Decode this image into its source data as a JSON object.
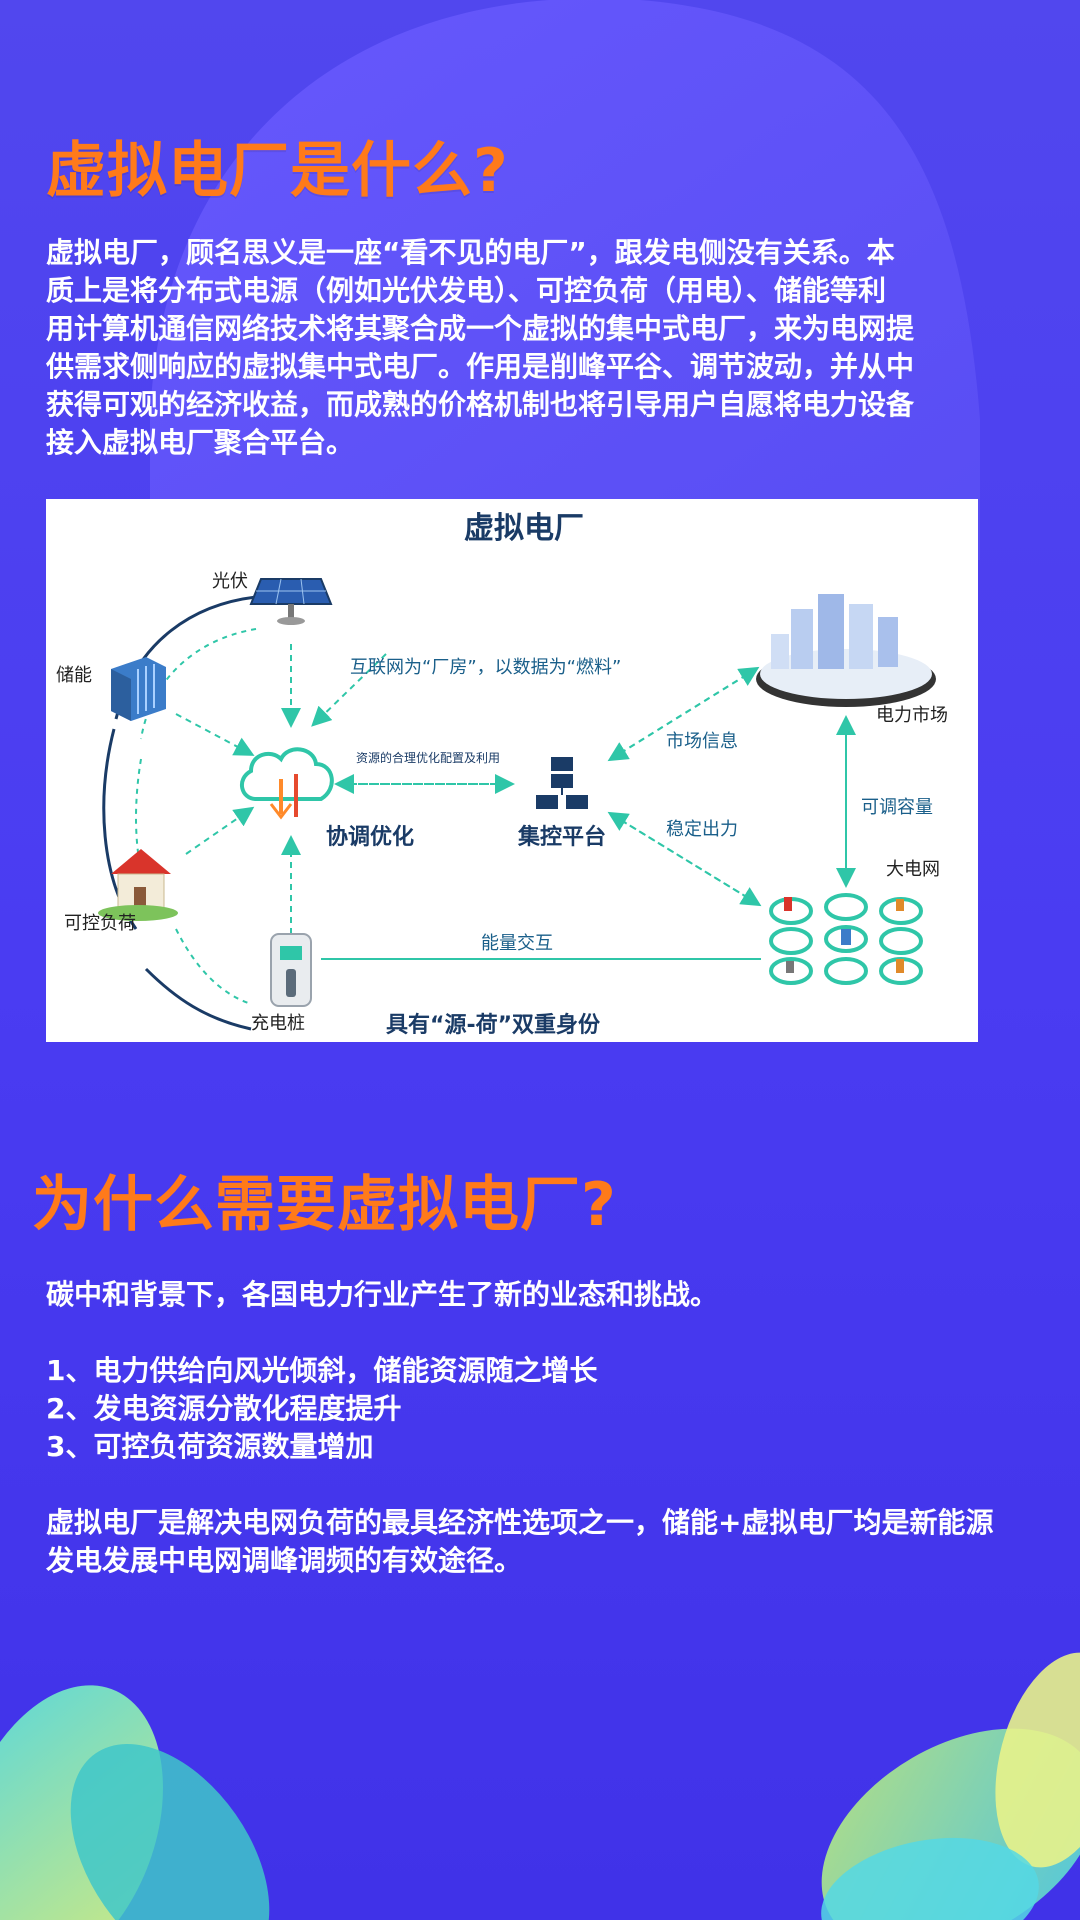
{
  "colors": {
    "background": "#4a3cf0",
    "heading": "#ff7a1a",
    "text": "#ffffff",
    "diagram_teal": "#21b3a1",
    "diagram_navy": "#1a3b66"
  },
  "section1": {
    "title": "虚拟电厂是什么?",
    "paragraph_lines": [
      "虚拟电厂，顾名思义是一座“看不见的电厂”，跟发电侧没有关系。本",
      "质上是将分布式电源（例如光伏发电）、可控负荷（用电）、储能等利",
      "用计算机通信网络技术将其聚合成一个虚拟的集中式电厂，来为电网提",
      "供需求侧响应的虚拟集中式电厂。作用是削峰平谷、调节波动，并从中",
      "获得可观的经济收益，而成熟的价格机制也将引导用户自愿将电力设备",
      "接入虚拟电厂聚合平台。"
    ]
  },
  "diagram": {
    "title": "虚拟电厂",
    "pv": "光伏",
    "storage": "储能",
    "load": "可控负荷",
    "charger": "充电桩",
    "internet": "互联网为“厂房”，以数据为“燃料”",
    "optimize_note": "资源的合理优化配置及利用",
    "coordinate": "协调优化",
    "platform": "集控平台",
    "market_info": "市场信息",
    "stable_output": "稳定出力",
    "market": "电力市场",
    "adjustable": "可调容量",
    "grid": "大电网",
    "energy": "能量交互",
    "bottom": "具有“源-荷”双重身份",
    "icons": [
      "solar-panel-icon",
      "storage-building-icon",
      "house-icon",
      "charger-icon",
      "cloud-icon",
      "server-icon",
      "city-icon",
      "grid-icon"
    ]
  },
  "section2": {
    "title": "为什么需要虚拟电厂?",
    "intro": "碳中和背景下，各国电力行业产生了新的业态和挑战。",
    "items": [
      "1、电力供给向风光倾斜，储能资源随之增长",
      "2、发电资源分散化程度提升",
      "3、可控负荷资源数量增加"
    ],
    "conclusion_lines": [
      "虚拟电厂是解决电网负荷的最具经济性选项之一，储能+虚拟电厂均是新能源",
      "发电发展中电网调峰调频的有效途径。"
    ]
  }
}
